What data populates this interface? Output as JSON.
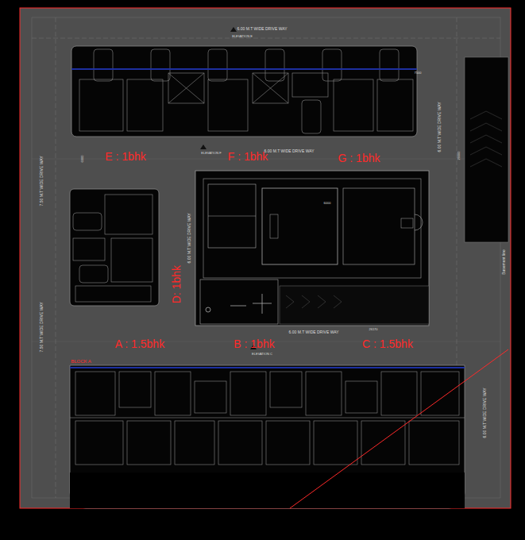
{
  "diagram": {
    "labels": [
      "E : 1bhk",
      "F : 1bhk",
      "G : 1bhk",
      "D: 1bhk",
      "A : 1.5bhk",
      "B : 1bhk",
      "C : 1.5bhk",
      "6.00 M.T WIDE DRIVE WAY",
      "6.00 M.T WIDE DRIVE WAY",
      "6.00 M.T WIDE DRIVE WAY",
      "6.00 M.T WIDE DRIVE WAY",
      "6.00 M.T WIDE DRIVE WAY",
      "6.00 M.T WIDE DRIVE WAY",
      "7.50 M.T WIDE DRIVE WAY",
      "7.50 M.T WIDE DRIVE WAY",
      "BLOCK A",
      "ELEVATION E",
      "ELEVATION F",
      "ELEVATION C",
      "6000",
      "6000",
      "20000",
      "26170",
      "7500",
      "Basement line"
    ]
  }
}
